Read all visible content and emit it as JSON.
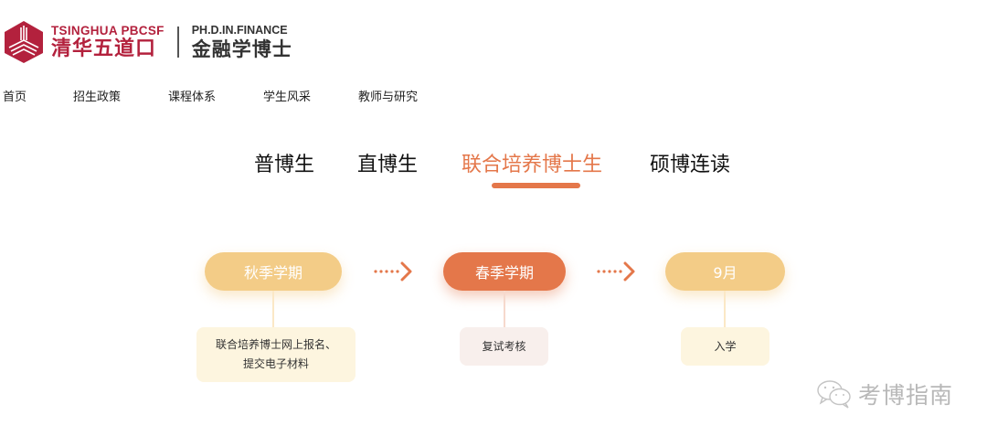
{
  "header": {
    "logo": {
      "icon": "tsinghua-hexagon-logo-icon",
      "org_en": "TSINGHUA PBCSF",
      "org_cn": "清华五道口",
      "program_en": "PH.D.IN.FINANCE",
      "program_cn": "金融学博士",
      "brand_color": "#b3213d"
    },
    "nav": [
      {
        "label": "首页"
      },
      {
        "label": "招生政策"
      },
      {
        "label": "课程体系"
      },
      {
        "label": "学生风采"
      },
      {
        "label": "教师与研究"
      }
    ]
  },
  "tabs": {
    "items": [
      {
        "label": "普博生",
        "active": false
      },
      {
        "label": "直博生",
        "active": false
      },
      {
        "label": "联合培养博士生",
        "active": true
      },
      {
        "label": "硕博连读",
        "active": false
      }
    ],
    "active_color": "#e4774a"
  },
  "timeline": {
    "steps": [
      {
        "stage": "秋季学期",
        "desc_line1": "联合培养博士网上报名、",
        "desc_line2": "提交电子材料",
        "color": "#f3cc87"
      },
      {
        "stage": "春季学期",
        "desc_line1": "复试考核",
        "desc_line2": "",
        "color": "#e4774a"
      },
      {
        "stage": "9月",
        "desc_line1": "入学",
        "desc_line2": "",
        "color": "#f3cc87"
      }
    ],
    "arrow_icon": "dotted-arrow-right-icon"
  },
  "watermark": {
    "icon": "wechat-icon",
    "text": "考博指南"
  }
}
